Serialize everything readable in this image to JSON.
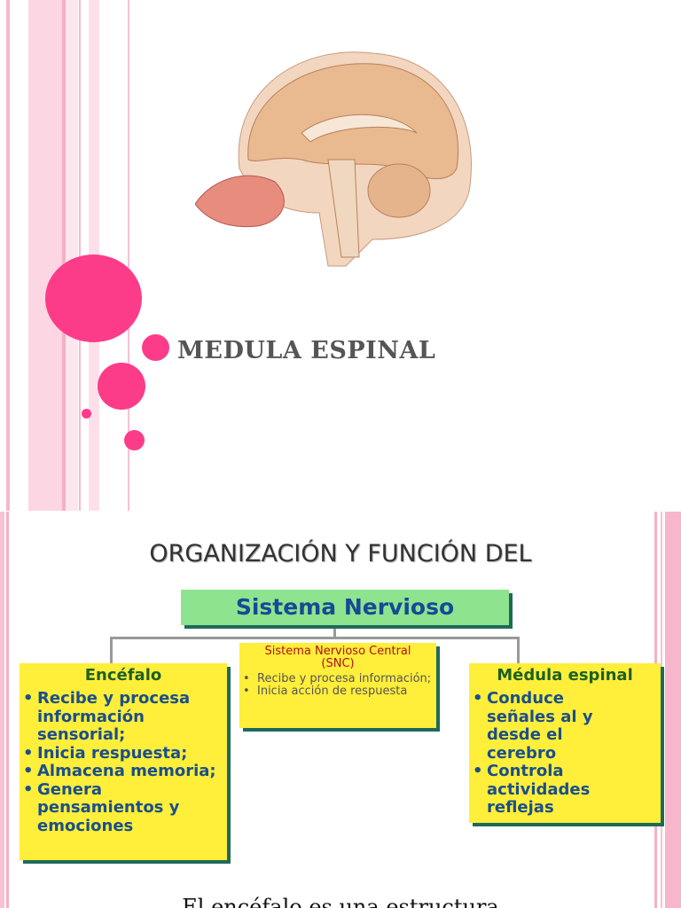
{
  "slide1": {
    "title": "MEDULA ESPINAL",
    "image": "brain-sagittal-section-illustration",
    "colors": {
      "accent": "#fd3c89",
      "stripes": "#f8c2d3"
    }
  },
  "slide2": {
    "title": "ORGANIZACIÓN Y FUNCIÓN DEL",
    "root": "Sistema Nervioso",
    "center": {
      "heading": "Sistema Nervioso Central (SNC)",
      "items": [
        "Recibe y procesa información;",
        "Inicia acción de respuesta"
      ]
    },
    "left": {
      "heading": "Encéfalo",
      "items": [
        "Recibe y procesa información sensorial;",
        "Inicia respuesta;",
        "Almacena memoria;",
        "Genera pensamientos y emociones"
      ]
    },
    "right": {
      "heading": "Médula espinal",
      "items": [
        "Conduce señales al y desde el cerebro",
        "Controla actividades reflejas"
      ]
    },
    "caption": "El encéfalo es una estructura"
  }
}
